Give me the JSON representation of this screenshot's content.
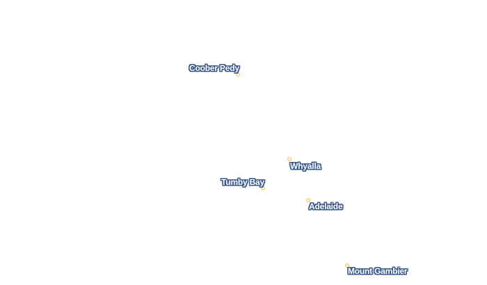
{
  "map": {
    "places": [
      {
        "name": "Coober Pedy"
      },
      {
        "name": "Whyalla"
      },
      {
        "name": "Tumby Bay"
      },
      {
        "name": "Adelaide"
      },
      {
        "name": "Mount Gambier"
      }
    ]
  },
  "colors": {
    "background": "#ffffff",
    "label_fill": "#ffffff",
    "label_halo": "#3a5a8c",
    "marker_stroke": "#f0c060"
  }
}
